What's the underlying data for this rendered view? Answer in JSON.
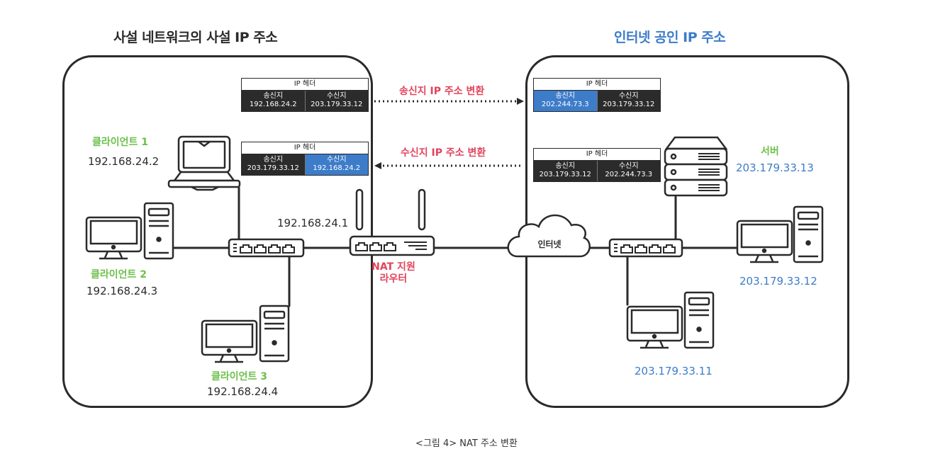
{
  "titles": {
    "private": "사설 네트워크의 사설 IP 주소",
    "public": "인터넷 공인 IP 주소"
  },
  "colors": {
    "green": "#6cc04a",
    "blue": "#3d7cc9",
    "red": "#e2445c",
    "dark": "#2b2b2b"
  },
  "ip_headers": [
    {
      "title": "IP 헤더",
      "src_label": "송신지",
      "src_ip": "192.168.24.2",
      "dst_label": "수신지",
      "dst_ip": "203.179.33.12",
      "highlight": "none"
    },
    {
      "title": "IP 헤더",
      "src_label": "송신지",
      "src_ip": "203.179.33.12",
      "dst_label": "수신지",
      "dst_ip": "192.168.24.2",
      "highlight": "dst"
    },
    {
      "title": "IP 헤더",
      "src_label": "송신지",
      "src_ip": "202.244.73.3",
      "dst_label": "수신지",
      "dst_ip": "203.179.33.12",
      "highlight": "src"
    },
    {
      "title": "IP 헤더",
      "src_label": "송신지",
      "src_ip": "203.179.33.12",
      "dst_label": "수신지",
      "dst_ip": "202.244.73.3",
      "highlight": "none"
    }
  ],
  "arrows": {
    "outbound": "송신지 IP 주소 변환",
    "inbound": "수신지 IP 주소 변환"
  },
  "clients": [
    {
      "name": "클라이언트 1",
      "ip": "192.168.24.2",
      "device": "laptop"
    },
    {
      "name": "클라이언트 2",
      "ip": "192.168.24.3",
      "device": "desktop"
    },
    {
      "name": "클라이언트 3",
      "ip": "192.168.24.4",
      "device": "desktop"
    }
  ],
  "router": {
    "ip": "192.168.24.1",
    "label_line1": "NAT 지원",
    "label_line2": "라우터"
  },
  "internet": {
    "label": "인터넷"
  },
  "server": {
    "name": "서버",
    "ip": "203.179.33.13"
  },
  "public_hosts": [
    {
      "ip": "203.179.33.12"
    },
    {
      "ip": "203.179.33.11"
    }
  ],
  "caption": "<그림 4> NAT 주소 변환"
}
